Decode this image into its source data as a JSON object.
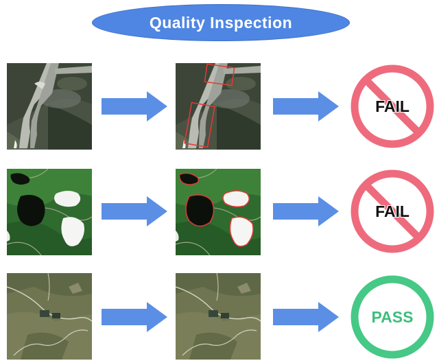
{
  "title": "Quality Inspection",
  "rows": [
    {
      "scene": "highway",
      "verdict": "FAIL"
    },
    {
      "scene": "forest-clouds",
      "verdict": "FAIL"
    },
    {
      "scene": "farmland",
      "verdict": "PASS"
    }
  ],
  "colors": {
    "title_fill": "#4f86e3",
    "arrow": "#5b8fe6",
    "fail_ring": "#ee6b7d",
    "pass_ring": "#46c886",
    "defect_outline": "#e53935"
  },
  "icons": {
    "fail": "prohibition-sign-icon",
    "pass": "ring-icon",
    "arrow": "right-arrow-icon"
  }
}
